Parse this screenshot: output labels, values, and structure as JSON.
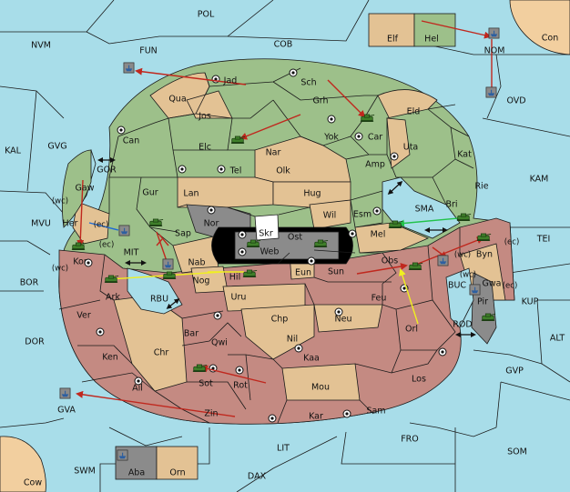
{
  "colors": {
    "sea": "#a8dde9",
    "green_power": "#9dc08a",
    "tan_neutral": "#e3c294",
    "red_power": "#c48a82",
    "gray_power": "#8b8b8b",
    "corner_land": "#f2cf9f",
    "move_red": "#c0281e",
    "move_yellow": "#f0f020",
    "move_blue": "#1d6ad6",
    "move_green": "#22c24a"
  },
  "labels": {
    "POL": "POL",
    "NVM": "NVM",
    "FUN": "FUN",
    "COB": "COB",
    "Con": "Con",
    "Elf": "Elf",
    "Hel": "Hel",
    "NOM": "NOM",
    "OVD": "OVD",
    "Jad": "Jad",
    "Sch": "Sch",
    "Qua": "Qua",
    "Grh": "Grh",
    "Eld": "Eld",
    "Jos": "Jos",
    "Can": "Can",
    "Car": "Car",
    "Yok": "Yok",
    "Uta": "Uta",
    "Kat": "Kat",
    "KAL": "KAL",
    "GVG": "GVG",
    "Elc": "Elc",
    "Nar": "Nar",
    "Amp": "Amp",
    "KAM": "KAM",
    "GOR": "GOR",
    "Tel": "Tel",
    "Olk": "Olk",
    "Rie": "Rie",
    "Gaw": "Gaw",
    "Gur": "Gur",
    "Lan": "Lan",
    "Hug": "Hug",
    "wc1": "(wc)",
    "Bri": "Bri",
    "SMA": "SMA",
    "MVU": "MVU",
    "Her": "Her",
    "ec1": "(ec)",
    "Nor": "Nor",
    "Esm": "Esm",
    "Wil": "Wil",
    "Skr": "Skr",
    "Ost": "Ost",
    "Mel": "Mel",
    "Sap": "Sap",
    "Web": "Web",
    "ec2": "(ec)",
    "Byn": "Byn",
    "ec3": "(ec)",
    "TEI": "TEI",
    "Kor": "Kor",
    "MIT": "MIT",
    "Obs": "Obs",
    "wc2": "(wc)",
    "Nab": "Nab",
    "Eun": "Eun",
    "Sun": "Sun",
    "wc3": "(wc)",
    "Gwa": "Gwa",
    "ec4": "(ec)",
    "BOR": "BOR",
    "Hil": "Hil",
    "BUC": "BUC",
    "Ark": "Ark",
    "Nog": "Nog",
    "Uru": "Uru",
    "Feu": "Feu",
    "KUP": "KUP",
    "RBU": "RBU",
    "Pir": "Pir",
    "Ver": "Ver",
    "Chp": "Chp",
    "Neu": "Neu",
    "Orl": "Orl",
    "ROD": "ROD",
    "DOR": "DOR",
    "Bar": "Bar",
    "Qwi": "Qwi",
    "Nil": "Nil",
    "ALT": "ALT",
    "Ken": "Ken",
    "Chr": "Chr",
    "Kaa": "Kaa",
    "GVP": "GVP",
    "Los": "Los",
    "Sot": "Sot",
    "Rot": "Rot",
    "Ail": "Ail",
    "Mou": "Mou",
    "GVA": "GVA",
    "Zin": "Zin",
    "Sam": "Sam",
    "Kar": "Kar",
    "FRO": "FRO",
    "LIT": "LIT",
    "SOM": "SOM",
    "SWM": "SWM",
    "Aba": "Aba",
    "Orn": "Orn",
    "DAX": "DAX",
    "Cow": "Cow"
  }
}
